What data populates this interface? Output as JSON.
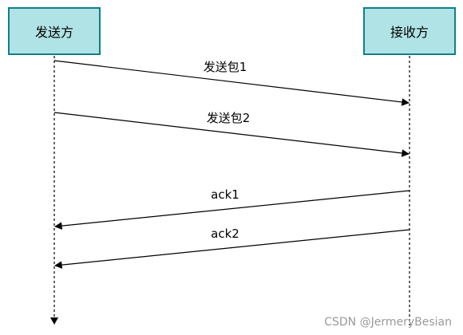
{
  "participants": [
    {
      "label": "发送方"
    },
    {
      "label": "接收方"
    }
  ],
  "messages": [
    {
      "label": "发送包1",
      "from": 0,
      "to": 1
    },
    {
      "label": "发送包2",
      "from": 0,
      "to": 1
    },
    {
      "label": "ack1",
      "from": 1,
      "to": 0
    },
    {
      "label": "ack2",
      "from": 1,
      "to": 0
    }
  ],
  "watermark": "CSDN @JermeryBesian",
  "colors": {
    "box_fill": "#b0e3e6",
    "box_stroke": "#0e8088",
    "line": "#000000"
  }
}
